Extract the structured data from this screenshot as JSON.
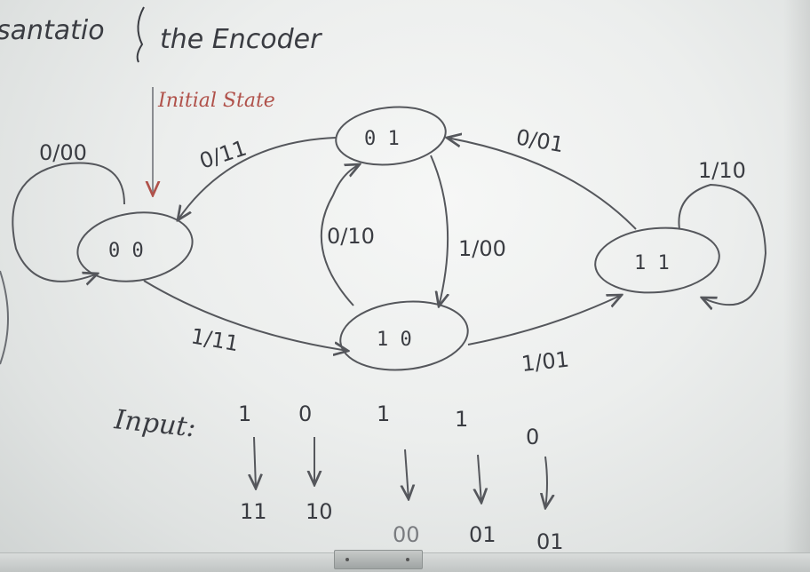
{
  "title": {
    "part1": "santatio",
    "part2": "the Encoder"
  },
  "initial_state_label": "Initial State",
  "states": [
    {
      "id": "00",
      "label": "0 0"
    },
    {
      "id": "01",
      "label": "0 1"
    },
    {
      "id": "10",
      "label": "1 0"
    },
    {
      "id": "11",
      "label": "1 1"
    }
  ],
  "transitions": [
    {
      "from": "00",
      "to": "00",
      "label": "0/00"
    },
    {
      "from": "01",
      "to": "00",
      "label": "0/11"
    },
    {
      "from": "00",
      "to": "10",
      "label": "1/11"
    },
    {
      "from": "10",
      "to": "01",
      "label": "0/10"
    },
    {
      "from": "01",
      "to": "10",
      "label": "1/00"
    },
    {
      "from": "11",
      "to": "01",
      "label": "0/01"
    },
    {
      "from": "10",
      "to": "11",
      "label": "1/01"
    },
    {
      "from": "11",
      "to": "11",
      "label": "1/10"
    }
  ],
  "input_label": "Input:",
  "input_bits": [
    "1",
    "0",
    "1",
    "1",
    "0"
  ],
  "output_bits": [
    "11",
    "10",
    "00",
    "01",
    "01"
  ],
  "colors": {
    "ink": "#3a3c42",
    "red_ink": "#b0514a",
    "board": "#eceeed"
  }
}
